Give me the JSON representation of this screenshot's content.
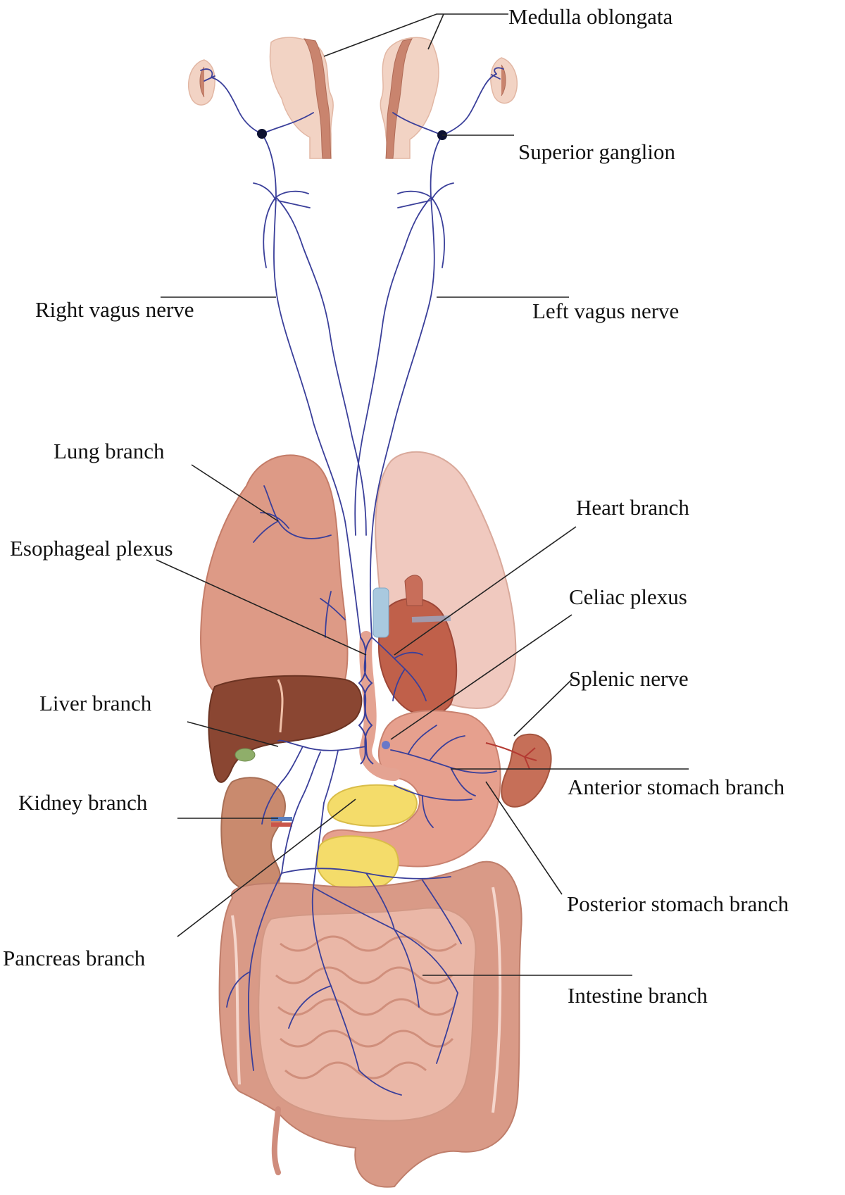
{
  "labels": {
    "medulla": "Medulla oblongata",
    "superior_ganglion": "Superior ganglion",
    "right_vagus": "Right vagus nerve",
    "left_vagus": "Left vagus nerve",
    "lung": "Lung branch",
    "heart": "Heart branch",
    "esophageal": "Esophageal plexus",
    "celiac": "Celiac plexus",
    "splenic": "Splenic nerve",
    "liver": "Liver branch",
    "anterior_stomach": "Anterior stomach branch",
    "kidney": "Kidney branch",
    "posterior_stomach": "Posterior stomach branch",
    "pancreas": "Pancreas branch",
    "intestine": "Intestine branch"
  },
  "colors": {
    "nerve": "#3a3f9a",
    "brain": "#f2d3c4",
    "brainstem": "#c9846e",
    "lung_right": "#dd9a86",
    "lung_left": "#f0c9bf",
    "liver": "#8a4632",
    "stomach": "#e6a08e",
    "pancreas": "#f4dc6a",
    "kidney": "#c98a6e",
    "spleen": "#c66f58",
    "intestine": "#dfa693",
    "heart": "#c0604a",
    "leader": "#222222"
  }
}
